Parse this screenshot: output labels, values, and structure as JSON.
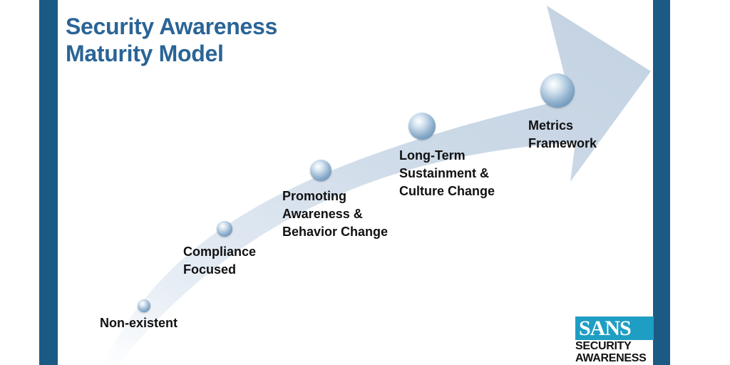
{
  "title": {
    "line1": "Security Awareness",
    "line2": "Maturity Model"
  },
  "stages": [
    {
      "lines": [
        "Non-existent"
      ]
    },
    {
      "lines": [
        "Compliance",
        "Focused"
      ]
    },
    {
      "lines": [
        "Promoting",
        "Awareness &",
        "Behavior Change"
      ]
    },
    {
      "lines": [
        "Long-Term",
        "Sustainment &",
        "Culture Change"
      ]
    },
    {
      "lines": [
        "Metrics",
        "Framework"
      ]
    }
  ],
  "logo": {
    "brand": "SANS",
    "line1": "SECURITY",
    "line2": "AWARENESS"
  },
  "colors": {
    "side_bars": "#1c5a86",
    "title": "#2a6496",
    "arrow": "#c8d5e4",
    "logo_accent": "#1f9ec4"
  }
}
